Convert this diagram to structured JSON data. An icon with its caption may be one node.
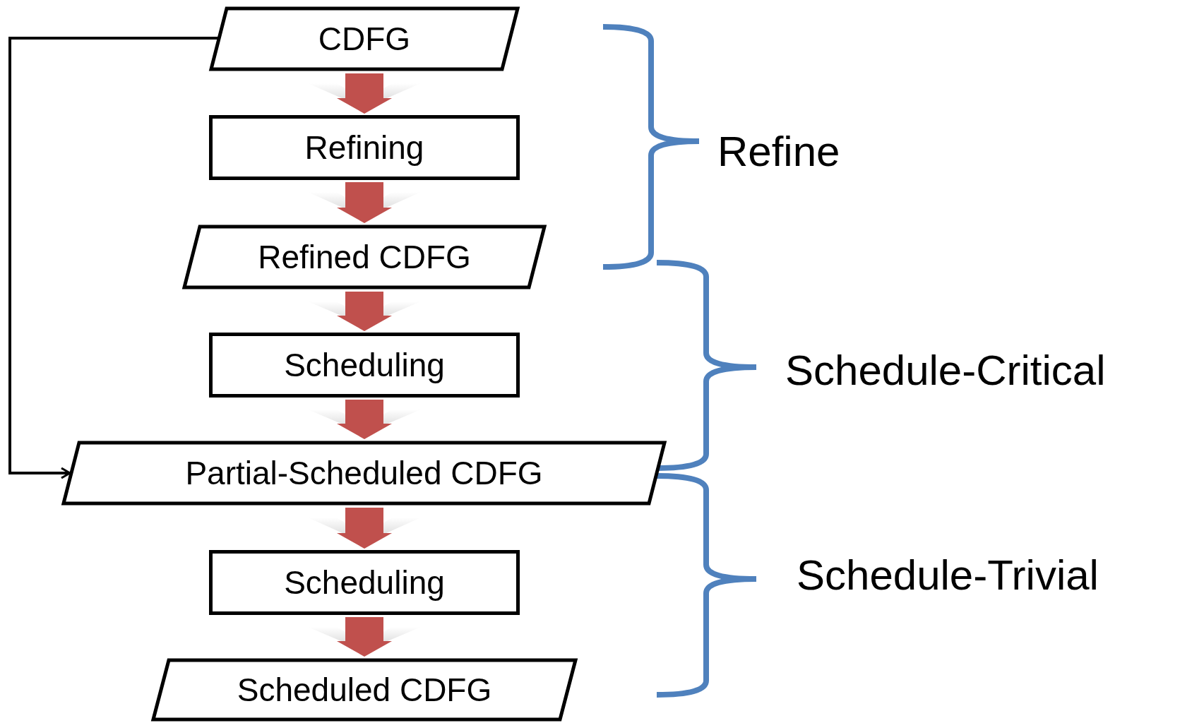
{
  "diagram": {
    "nodes": [
      {
        "text": [
          "CDFG"
        ]
      },
      {
        "text": [
          "Refining"
        ]
      },
      {
        "text": [
          "Refined CDFG"
        ]
      },
      {
        "text": [
          "Scheduling"
        ]
      },
      {
        "text": [
          "Partial-Scheduled CDFG"
        ]
      },
      {
        "text": [
          "Scheduling"
        ]
      },
      {
        "text": [
          "Scheduled CDFG"
        ]
      }
    ],
    "edges": [
      {
        "from": 0,
        "to": 1,
        "arrow": "to",
        "style": "thick",
        "color": "#c0504d"
      },
      {
        "from": 1,
        "to": 2,
        "arrow": "to",
        "style": "thick",
        "color": "#c0504d"
      },
      {
        "from": 2,
        "to": 3,
        "arrow": "to",
        "style": "thick",
        "color": "#c0504d"
      },
      {
        "from": 3,
        "to": 4,
        "arrow": "to",
        "style": "thick",
        "color": "#c0504d"
      },
      {
        "from": 4,
        "to": 5,
        "arrow": "to",
        "style": "thick",
        "color": "#c0504d"
      },
      {
        "from": 5,
        "to": 6,
        "arrow": "to",
        "style": "thick",
        "color": "#c0504d"
      },
      {
        "from": 0,
        "to": 4,
        "arrow": "to"
      }
    ],
    "labels": [
      "Refine",
      "Schedule-Critical",
      "Schedule-Trivial"
    ]
  }
}
